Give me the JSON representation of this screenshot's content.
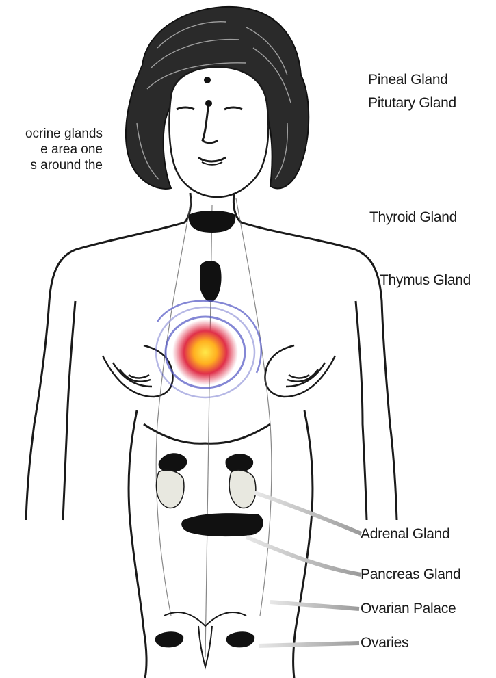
{
  "caption_lines": [
    "ocrine glands",
    "e area one",
    "s around the"
  ],
  "glands": {
    "pineal": "Pineal Gland",
    "pituitary": "Pitutary Gland",
    "thyroid": "Thyroid Gland",
    "thymus": "Thymus Gland",
    "adrenal": "Adrenal Gland",
    "pancreas": "Pancreas Gland",
    "ovarian_palace": "Ovarian Palace",
    "ovaries": "Ovaries"
  },
  "colors": {
    "ink": "#1a1a1a",
    "leader_line": "#b5b5b5",
    "spiral_center": "#ffd23a",
    "spiral_mid": "#e0304a",
    "spiral_outer": "#5b5fc7"
  }
}
